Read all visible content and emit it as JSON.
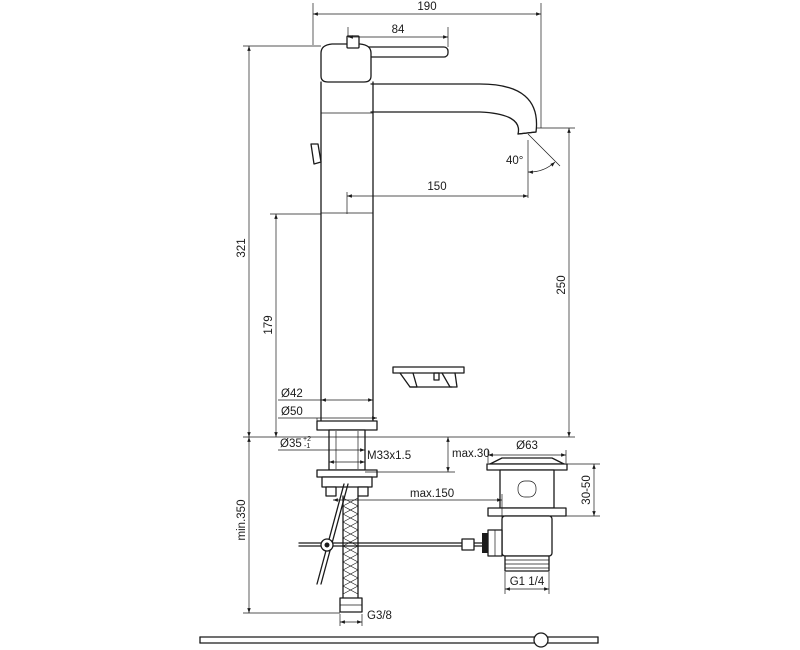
{
  "dimensions": {
    "width_overall": "190",
    "lever_length": "84",
    "height_total": "321",
    "spout_reach": "150",
    "body_height": "179",
    "spout_height": "250",
    "tube_diameter": "Ø42",
    "base_diameter": "Ø50",
    "hole_diameter": "Ø35",
    "hole_tol_upper": "+2",
    "hole_tol_lower": "-1",
    "thread": "M33x1.5",
    "deck_max": "max.30",
    "rod_max": "max.150",
    "hose_length": "min.350",
    "hose_connection": "G3/8",
    "waste_diameter": "Ø63",
    "waste_range": "30-50",
    "waste_thread": "G1 1/4",
    "spout_angle": "40°"
  }
}
